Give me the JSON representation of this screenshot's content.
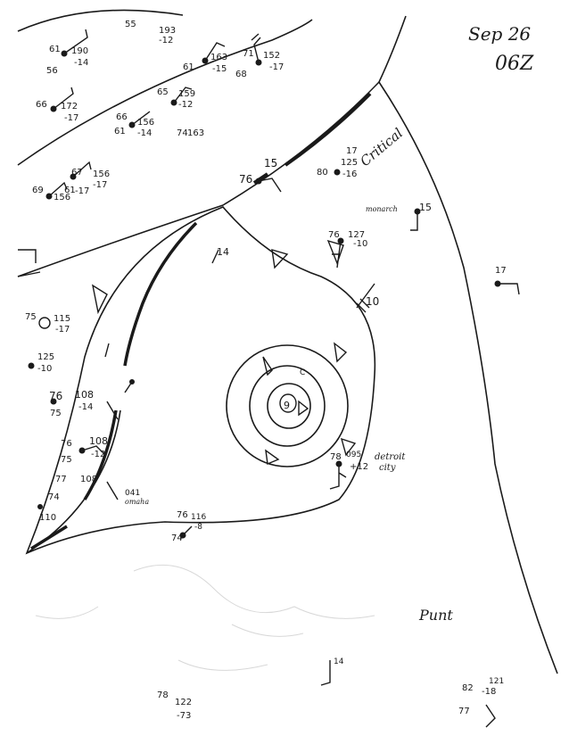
{
  "header": {
    "date": "Sep 26",
    "time": "06Z"
  },
  "annotations": {
    "critical": "Critical",
    "punt": "Punt",
    "detroit": "detroit",
    "city": "city",
    "omaha": "omaha",
    "monarch": "monarch"
  },
  "colors": {
    "ink": "#1a1a1a",
    "light_ink": "#9a9a9a",
    "paper": "#ffffff"
  },
  "stations": [
    {
      "id": "s01",
      "temp": "61",
      "pres": "190",
      "tend": "-14",
      "dew": "56"
    },
    {
      "id": "s02",
      "temp": "55",
      "pres": "193",
      "tend": "-12"
    },
    {
      "id": "s03",
      "temp": "66",
      "pres": "172",
      "tend": "-17"
    },
    {
      "id": "s04",
      "temp": "61",
      "pres": "163",
      "tend": "-15"
    },
    {
      "id": "s05",
      "temp": "71",
      "pres": "152",
      "tend": "-17",
      "dew": "68"
    },
    {
      "id": "s06",
      "temp": "65",
      "pres": "159",
      "tend": "-12"
    },
    {
      "id": "s07",
      "temp": "66",
      "pres": "156",
      "tend": "-14",
      "dew": "61"
    },
    {
      "id": "s08",
      "pres": "163",
      "dew": "74"
    },
    {
      "id": "s09",
      "temp": "67",
      "pres": "156",
      "tend": "-17"
    },
    {
      "id": "s10",
      "temp": "69",
      "pres": "156",
      "tend": "-17",
      "dew": "61"
    },
    {
      "id": "s11",
      "temp": "76",
      "pres": "15"
    },
    {
      "id": "s12",
      "temp": "17",
      "pres": "125",
      "tend": "-16",
      "dew": "80"
    },
    {
      "id": "s13",
      "pres": "15"
    },
    {
      "id": "s14",
      "temp": "76",
      "pres": "127",
      "tend": "-10"
    },
    {
      "id": "s15",
      "pres": "14"
    },
    {
      "id": "s16",
      "pres": "10"
    },
    {
      "id": "s17",
      "pres": "17"
    },
    {
      "id": "s18",
      "temp": "75",
      "pres": "115",
      "tend": "-17"
    },
    {
      "id": "s19",
      "pres": "125",
      "tend": "-10"
    },
    {
      "id": "s20",
      "temp": "76",
      "pres": "108",
      "tend": "-14",
      "dew": "75"
    },
    {
      "id": "s21",
      "temp": "76",
      "pres": "108",
      "tend": "-12",
      "dew": "75"
    },
    {
      "id": "s22",
      "temp": "77",
      "pres": "108"
    },
    {
      "id": "s23",
      "pres": "041"
    },
    {
      "id": "s24",
      "temp": "76",
      "pres": "116",
      "tend": "-8",
      "dew": "74"
    },
    {
      "id": "s25",
      "temp": "78",
      "pres": "095",
      "tend": "+12"
    },
    {
      "id": "s26",
      "pres": "110",
      "dew": "74"
    },
    {
      "id": "s27",
      "pres": "14"
    },
    {
      "id": "s28",
      "temp": "78",
      "pres": "122",
      "tend": "-73"
    },
    {
      "id": "s29",
      "temp": "82",
      "pres": "121",
      "tend": "-18"
    },
    {
      "id": "s30",
      "temp": "77"
    }
  ],
  "isobars": [
    {
      "id": "center",
      "label": "9"
    },
    {
      "id": "ring-2",
      "label": "C"
    }
  ]
}
